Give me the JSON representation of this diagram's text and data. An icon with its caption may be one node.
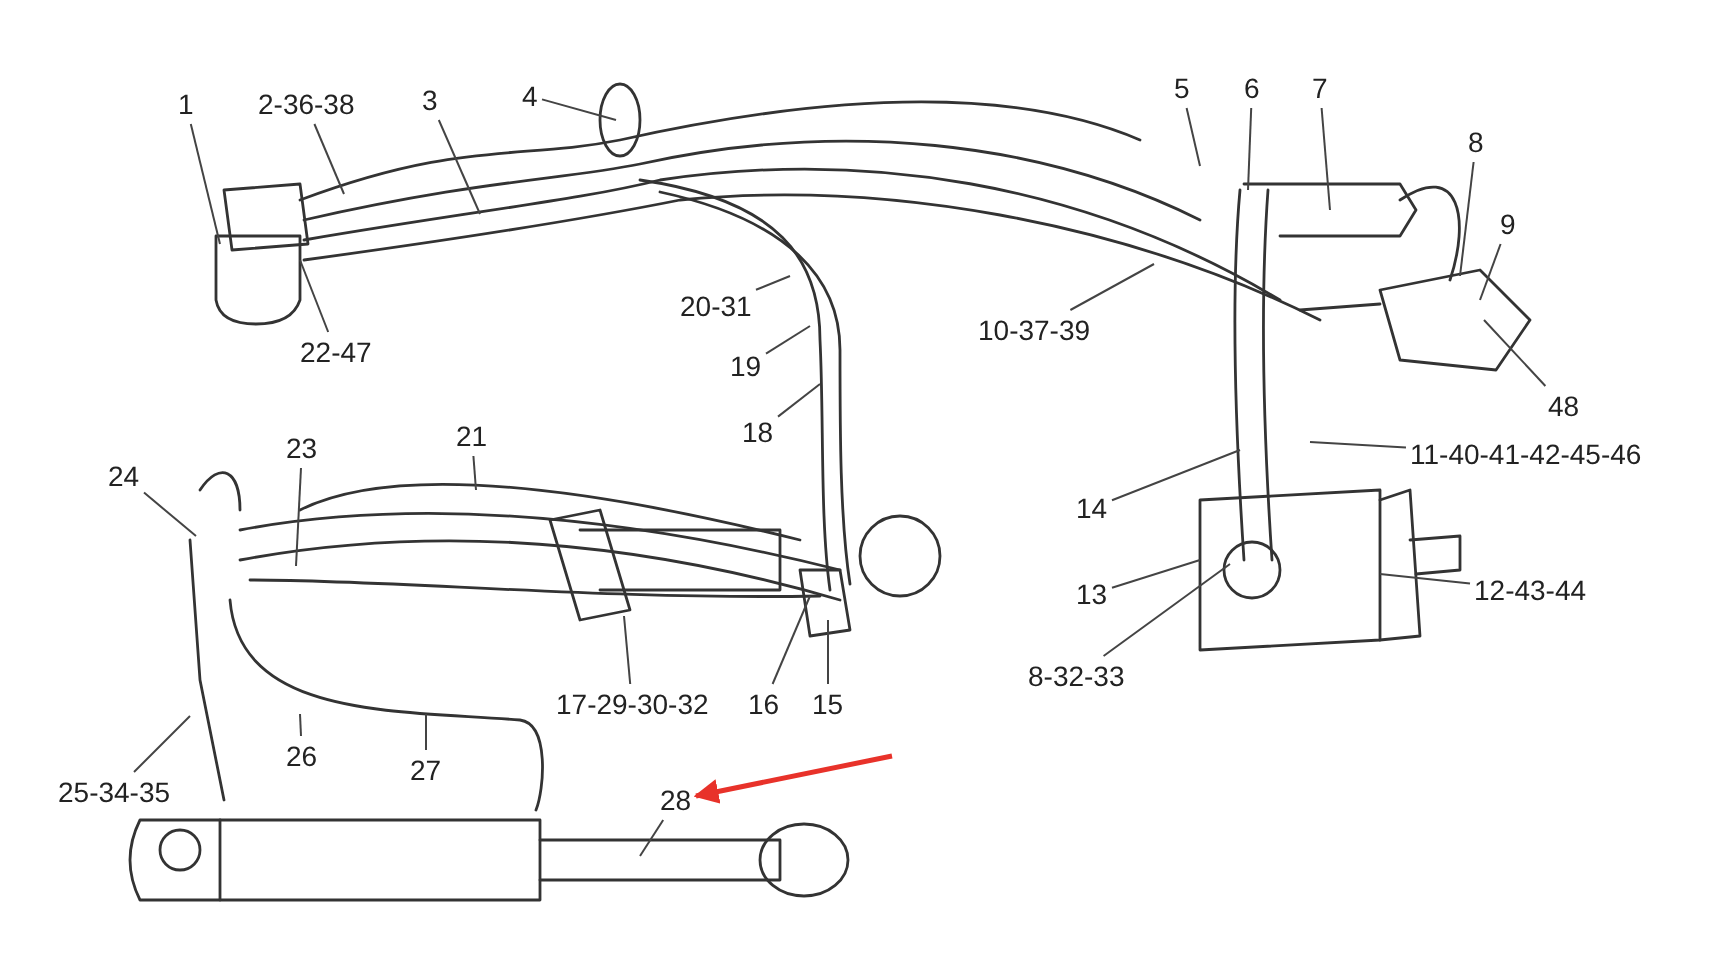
{
  "diagram": {
    "nodes": [
      {
        "text": [
          "1"
        ]
      },
      {
        "text": [
          "2-36-38"
        ]
      },
      {
        "text": [
          "3"
        ]
      },
      {
        "text": [
          "4"
        ]
      },
      {
        "text": [
          "5"
        ]
      },
      {
        "text": [
          "6"
        ]
      },
      {
        "text": [
          "7"
        ]
      },
      {
        "text": [
          "8"
        ]
      },
      {
        "text": [
          "9"
        ]
      },
      {
        "text": [
          "48"
        ]
      },
      {
        "text": [
          "10-37-39"
        ]
      },
      {
        "text": [
          "11-40-41-42-45-46"
        ]
      },
      {
        "text": [
          "14"
        ]
      },
      {
        "text": [
          "13"
        ]
      },
      {
        "text": [
          "12-43-44"
        ]
      },
      {
        "text": [
          "8-32-33"
        ]
      },
      {
        "text": [
          "20-31"
        ]
      },
      {
        "text": [
          "19"
        ]
      },
      {
        "text": [
          "18"
        ]
      },
      {
        "text": [
          "22-47"
        ]
      },
      {
        "text": [
          "21"
        ]
      },
      {
        "text": [
          "24"
        ]
      },
      {
        "text": [
          "23"
        ]
      },
      {
        "text": [
          "17-29-30-32"
        ]
      },
      {
        "text": [
          "16"
        ]
      },
      {
        "text": [
          "15"
        ]
      },
      {
        "text": [
          "26"
        ]
      },
      {
        "text": [
          "27"
        ]
      },
      {
        "text": [
          "25-34-35"
        ]
      },
      {
        "text": [
          "28"
        ]
      }
    ],
    "edges": [
      {
        "from": 0,
        "to": null,
        "arrow": "none"
      },
      {
        "from": 1,
        "to": null,
        "arrow": "none"
      },
      {
        "from": 2,
        "to": null,
        "arrow": "none"
      },
      {
        "from": 3,
        "to": null,
        "arrow": "none"
      },
      {
        "from": 4,
        "to": null,
        "arrow": "none"
      },
      {
        "from": 5,
        "to": null,
        "arrow": "none"
      },
      {
        "from": 6,
        "to": null,
        "arrow": "none"
      },
      {
        "from": 7,
        "to": null,
        "arrow": "none"
      },
      {
        "from": 8,
        "to": null,
        "arrow": "none"
      },
      {
        "from": 9,
        "to": null,
        "arrow": "none"
      },
      {
        "from": 10,
        "to": null,
        "arrow": "none"
      },
      {
        "from": 11,
        "to": null,
        "arrow": "none"
      },
      {
        "from": 12,
        "to": null,
        "arrow": "none"
      },
      {
        "from": 13,
        "to": null,
        "arrow": "none"
      },
      {
        "from": 14,
        "to": null,
        "arrow": "none"
      },
      {
        "from": 15,
        "to": null,
        "arrow": "none"
      },
      {
        "from": 16,
        "to": null,
        "arrow": "none"
      },
      {
        "from": 17,
        "to": null,
        "arrow": "none"
      },
      {
        "from": 18,
        "to": null,
        "arrow": "none"
      },
      {
        "from": 19,
        "to": null,
        "arrow": "none"
      },
      {
        "from": 20,
        "to": null,
        "arrow": "none"
      },
      {
        "from": 21,
        "to": null,
        "arrow": "none"
      },
      {
        "from": 22,
        "to": null,
        "arrow": "none"
      },
      {
        "from": 23,
        "to": null,
        "arrow": "none"
      },
      {
        "from": 24,
        "to": null,
        "arrow": "none"
      },
      {
        "from": 25,
        "to": null,
        "arrow": "none"
      },
      {
        "from": 26,
        "to": null,
        "arrow": "none"
      },
      {
        "from": 27,
        "to": null,
        "arrow": "none"
      },
      {
        "from": 28,
        "to": null,
        "arrow": "none"
      },
      {
        "from": 29,
        "to": null,
        "arrow": "none"
      },
      {
        "from": null,
        "to": 29,
        "arrow": "to",
        "style": "thick",
        "color": "#e8322a"
      }
    ]
  }
}
